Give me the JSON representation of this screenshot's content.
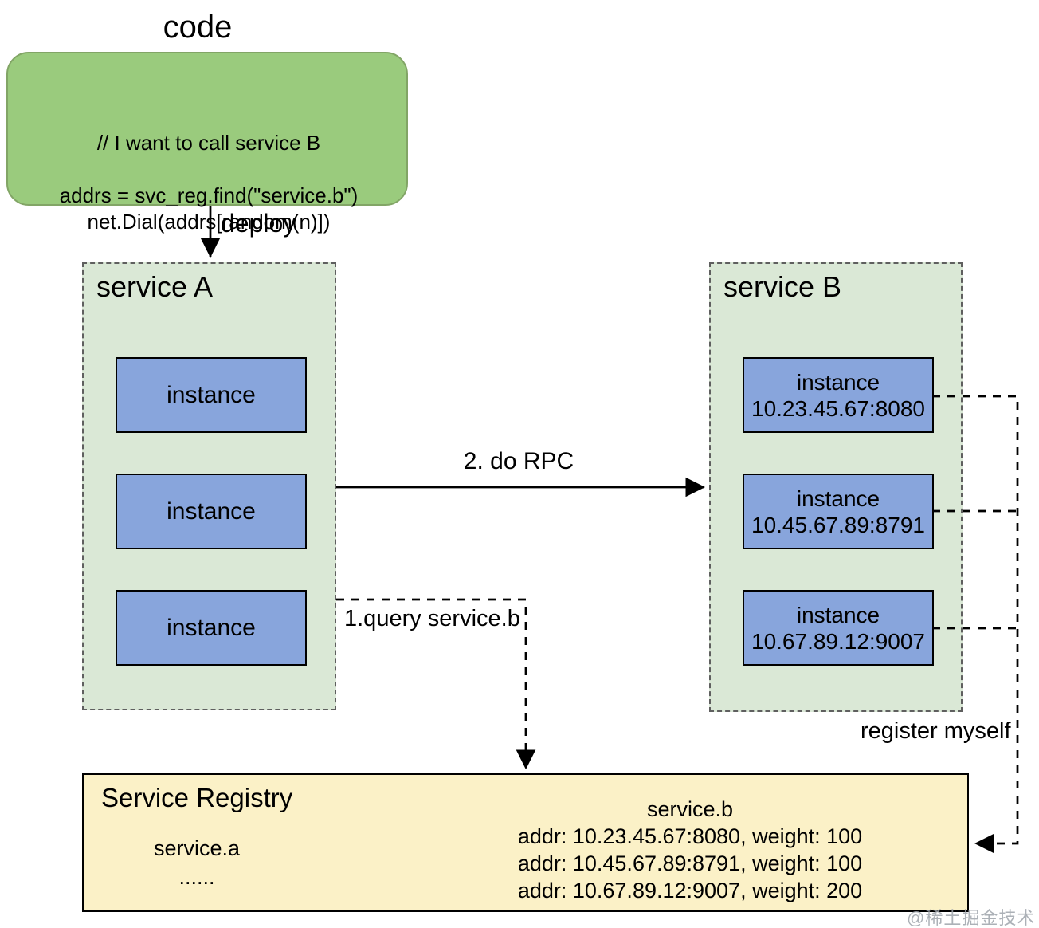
{
  "diagram": {
    "code_title": "code",
    "code_lines": [
      "// I want to call service B",
      "addrs = svc_reg.find(\"service.b\")",
      "net.Dial(addrs[random(n)])"
    ],
    "labels": {
      "deploy": "deploy",
      "rpc": "2. do RPC",
      "query": "1.query service.b",
      "register": "register myself"
    },
    "service_a": {
      "title": "service A",
      "instances": [
        "instance",
        "instance",
        "instance"
      ]
    },
    "service_b": {
      "title": "service B",
      "instances": [
        {
          "name": "instance",
          "addr": "10.23.45.67:8080"
        },
        {
          "name": "instance",
          "addr": "10.45.67.89:8791"
        },
        {
          "name": "instance",
          "addr": "10.67.89.12:9007"
        }
      ]
    },
    "registry": {
      "title": "Service Registry",
      "service_a_entry": "service.a",
      "ellipsis": "......",
      "service_b_name": "service.b",
      "records": [
        "addr: 10.23.45.67:8080, weight: 100",
        "addr: 10.45.67.89:8791, weight: 100",
        "addr: 10.67.89.12:9007, weight: 200"
      ]
    },
    "watermark": "@稀土掘金技术社区",
    "colors": {
      "code_fill": "#9acb7d",
      "code_border": "#82a566",
      "service_fill": "#dae8d6",
      "service_border": "#5f5f5f",
      "instance_fill": "#88a5dc",
      "instance_border": "#000000",
      "registry_fill": "#fbf1c7",
      "registry_border": "#000000",
      "line_color": "#000000"
    }
  }
}
